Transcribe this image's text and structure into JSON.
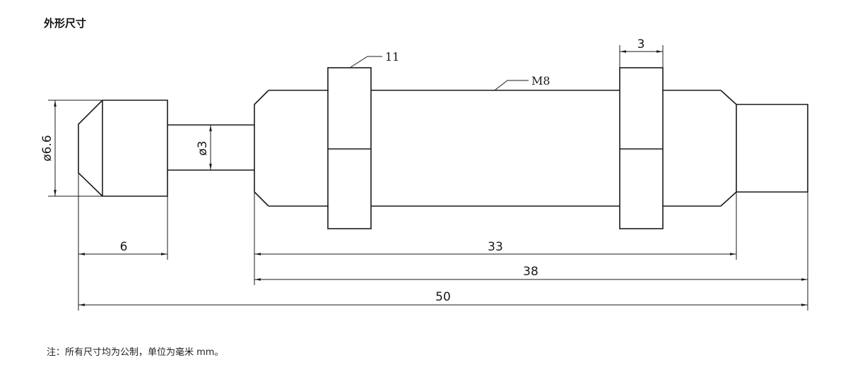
{
  "title": "外形尺寸",
  "note": "注：所有尺寸均为公制，单位为毫米 mm。",
  "labels": {
    "dia_head": "ø6.6",
    "dia_rod": "ø3",
    "nut_size": "11",
    "thread": "M8",
    "nut_width": "3",
    "len_head": "6",
    "len_thread": "33",
    "len_body": "38",
    "len_total": "50"
  }
}
